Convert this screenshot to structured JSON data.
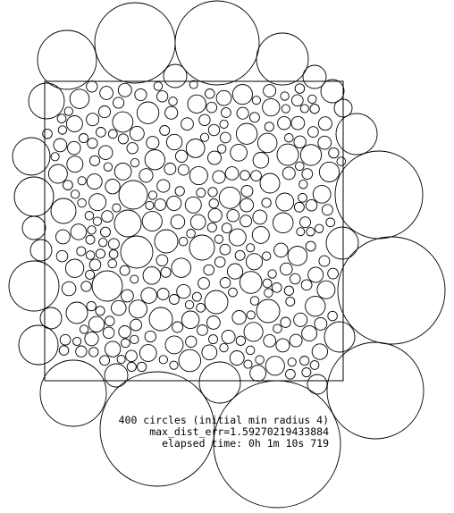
{
  "status": {
    "line1": "400 circles (initial min radius 4)",
    "line2": "max_dist_err=1.59270219433884",
    "line3": "elapsed time: 0h 1m 10s 719"
  },
  "packing": {
    "circle_count": 400,
    "initial_min_radius": 4,
    "max_dist_err": 1.59270219433884
  },
  "colors": {
    "background": "#ffffff",
    "stroke": "#000000"
  }
}
